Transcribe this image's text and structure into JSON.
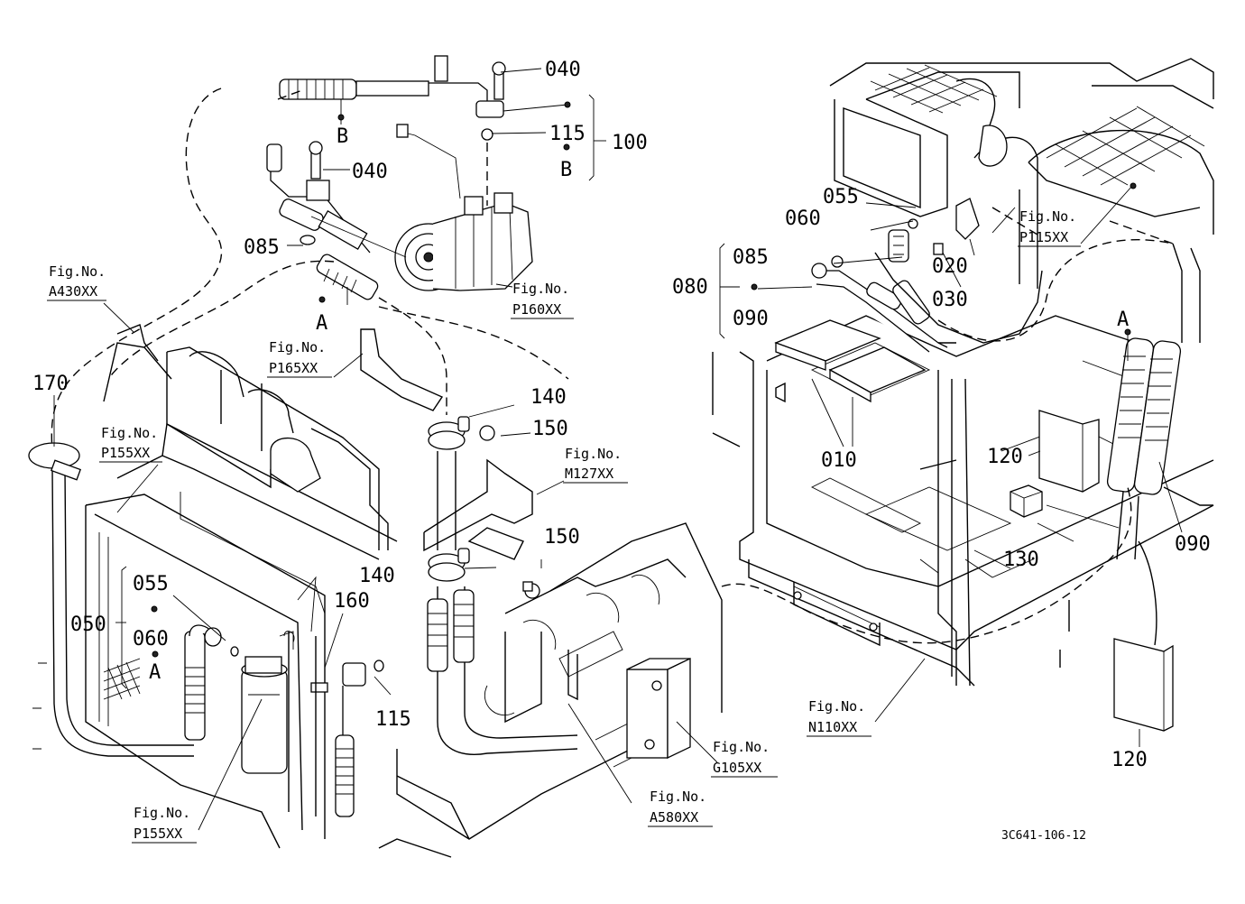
{
  "parts": {
    "p040a": "040",
    "p040b": "040",
    "p115a": "115",
    "p100": "100",
    "pBa": "B",
    "pBb": "B",
    "p085a": "085",
    "pAa": "A",
    "p170": "170",
    "p140a": "140",
    "p150a": "150",
    "p140b": "140",
    "p150b": "150",
    "p160": "160",
    "p055a": "055",
    "p050": "050",
    "p060a": "060",
    "pAb": "A",
    "p115b": "115",
    "p055b": "055",
    "p060b": "060",
    "p085b": "085",
    "p080": "080",
    "p090a": "090",
    "p020": "020",
    "p030": "030",
    "p010": "010",
    "pAc": "A",
    "p120a": "120",
    "p130": "130",
    "p090b": "090",
    "p120b": "120"
  },
  "figures": {
    "fig_label": "Fig.No.",
    "a430": "A430XX",
    "p160": "P160XX",
    "p165": "P165XX",
    "p155a": "P155XX",
    "m127": "M127XX",
    "p115": "P115XX",
    "n110": "N110XX",
    "g105": "G105XX",
    "a580": "A580XX",
    "p155b": "P155XX"
  },
  "drawing_code": "3C641-106-12"
}
